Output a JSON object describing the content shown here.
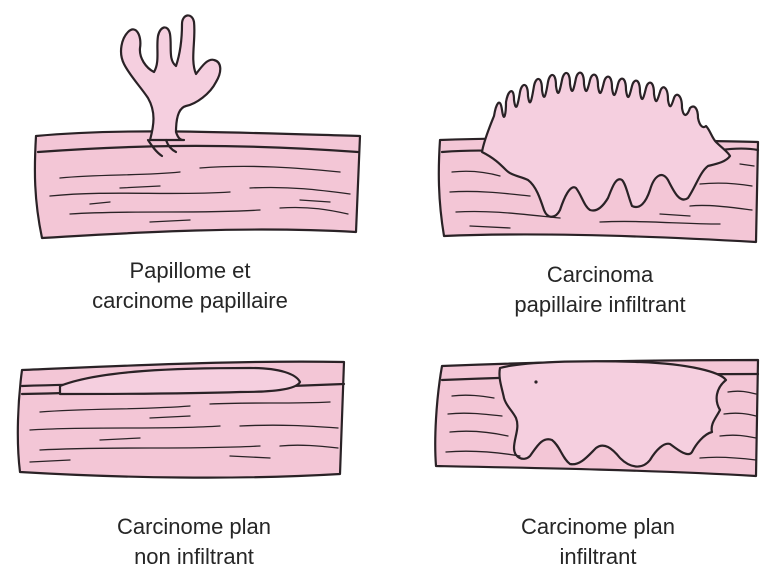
{
  "colors": {
    "tissue": "#f3c6d6",
    "tumor": "#f5cfdf",
    "outline": "#2a2226",
    "text": "#262626",
    "background": "#ffffff"
  },
  "panels": [
    {
      "id": "papillome",
      "lines": [
        "Papillome et",
        "carcinome papillaire"
      ]
    },
    {
      "id": "papillaire-infiltrant",
      "lines": [
        "Carcinoma",
        "papillaire infiltrant"
      ]
    },
    {
      "id": "plan-non-infiltrant",
      "lines": [
        "Carcinome plan",
        "non infiltrant"
      ]
    },
    {
      "id": "plan-infiltrant",
      "lines": [
        "Carcinome plan",
        "infiltrant"
      ]
    }
  ]
}
